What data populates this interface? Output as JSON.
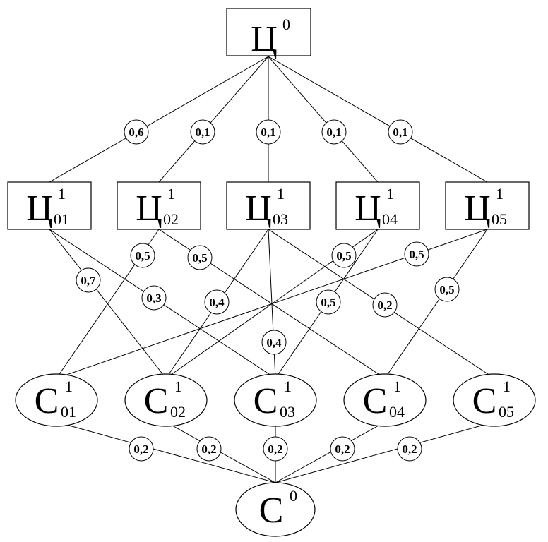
{
  "nodes": {
    "top": {
      "letter": "Ц",
      "sup": "0",
      "sub": ""
    },
    "goals": [
      {
        "letter": "Ц",
        "sup": "1",
        "sub": "01"
      },
      {
        "letter": "Ц",
        "sup": "1",
        "sub": "02"
      },
      {
        "letter": "Ц",
        "sup": "1",
        "sub": "03"
      },
      {
        "letter": "Ц",
        "sup": "1",
        "sub": "04"
      },
      {
        "letter": "Ц",
        "sup": "1",
        "sub": "05"
      }
    ],
    "means": [
      {
        "letter": "С",
        "sup": "1",
        "sub": "01"
      },
      {
        "letter": "С",
        "sup": "1",
        "sub": "02"
      },
      {
        "letter": "С",
        "sup": "1",
        "sub": "03"
      },
      {
        "letter": "С",
        "sup": "1",
        "sub": "04"
      },
      {
        "letter": "С",
        "sup": "1",
        "sub": "05"
      }
    ],
    "bottom": {
      "letter": "С",
      "sup": "0",
      "sub": ""
    }
  },
  "weights": {
    "top_to_goals": [
      "0,6",
      "0,1",
      "0,1",
      "0,1",
      "0,1"
    ],
    "goals_to_means": [
      {
        "from": 1,
        "to": 2,
        "w": "0,7"
      },
      {
        "from": 1,
        "to": 3,
        "w": "0,3"
      },
      {
        "from": 2,
        "to": 1,
        "w": "0,5"
      },
      {
        "from": 2,
        "to": 4,
        "w": "0,5"
      },
      {
        "from": 3,
        "to": 2,
        "w": "0,4"
      },
      {
        "from": 3,
        "to": 3,
        "w": "0,4"
      },
      {
        "from": 3,
        "to": 5,
        "w": "0,2"
      },
      {
        "from": 4,
        "to": 2,
        "w": "0,5"
      },
      {
        "from": 4,
        "to": 3,
        "w": "0,5"
      },
      {
        "from": 5,
        "to": 1,
        "w": "0,5"
      },
      {
        "from": 5,
        "to": 4,
        "w": "0,5"
      }
    ],
    "means_to_bottom": [
      "0,2",
      "0,2",
      "0,2",
      "0,2",
      "0,2"
    ]
  }
}
